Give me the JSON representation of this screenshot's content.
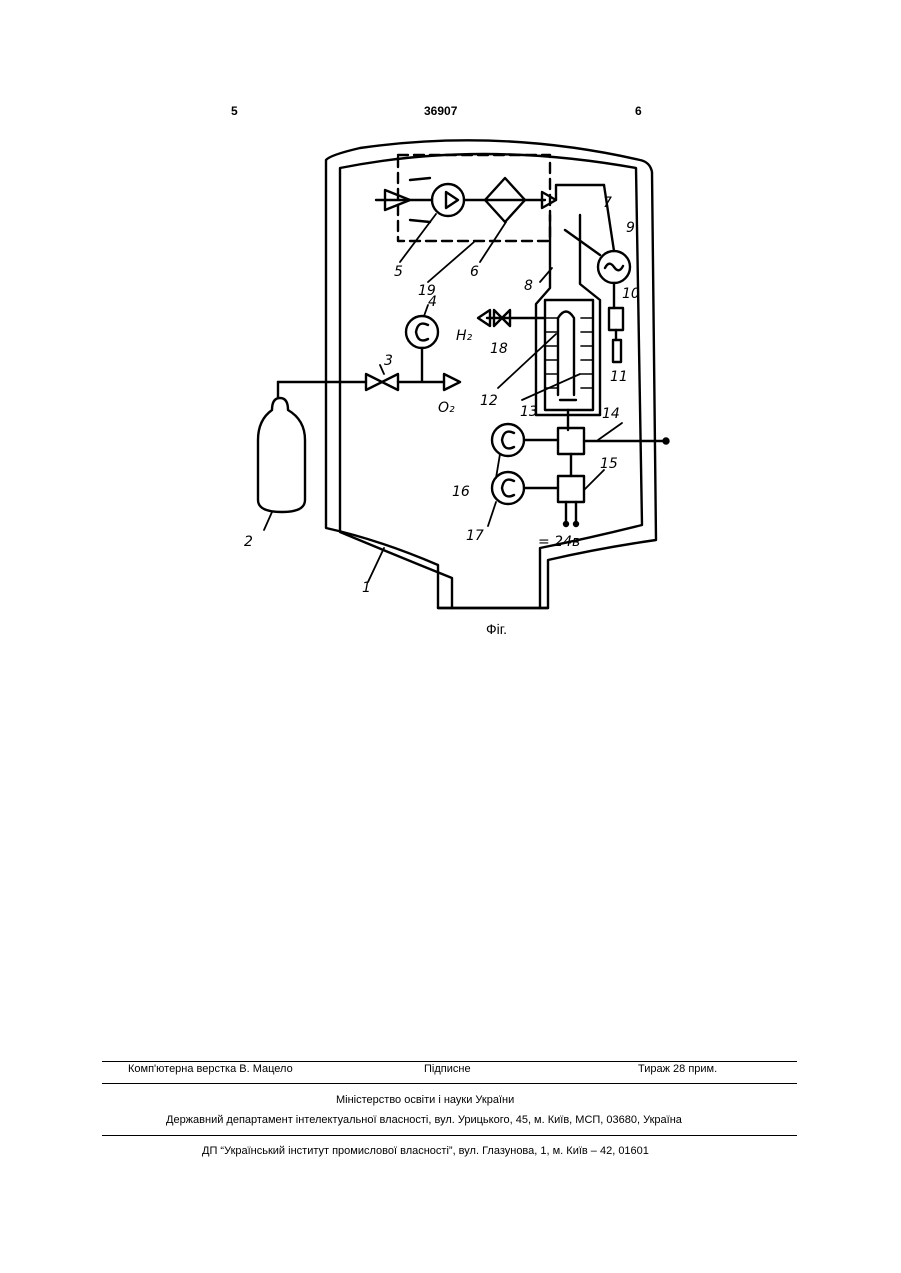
{
  "header": {
    "left_page": "5",
    "patent_no": "36907",
    "right_page": "6"
  },
  "figure": {
    "caption": "Фіг.",
    "labels": {
      "n1": "1",
      "n2": "2",
      "n3": "3",
      "n4": "4",
      "n5": "5",
      "n6": "6",
      "n7": "7",
      "n8": "8",
      "n9": "9",
      "n10": "10",
      "n11": "11",
      "n12": "12",
      "n13": "13",
      "n14": "14",
      "n15": "15",
      "n16": "16",
      "n17": "17",
      "n18": "18",
      "n19": "19",
      "h2": "H₂",
      "o2": "O₂",
      "voltage": "= 24в"
    }
  },
  "footer": {
    "typesetting": "Комп'ютерна верстка В. Мацело",
    "signed": "Підписне",
    "circulation": "Тираж 28 прим.",
    "ministry": "Міністерство освіти і науки України",
    "department": "Державний департамент інтелектуальної власності, вул. Урицького, 45, м. Київ, МСП, 03680, Україна",
    "institute": "ДП “Український інститут промислової власності”, вул. Глазунова, 1, м. Київ – 42, 01601"
  }
}
